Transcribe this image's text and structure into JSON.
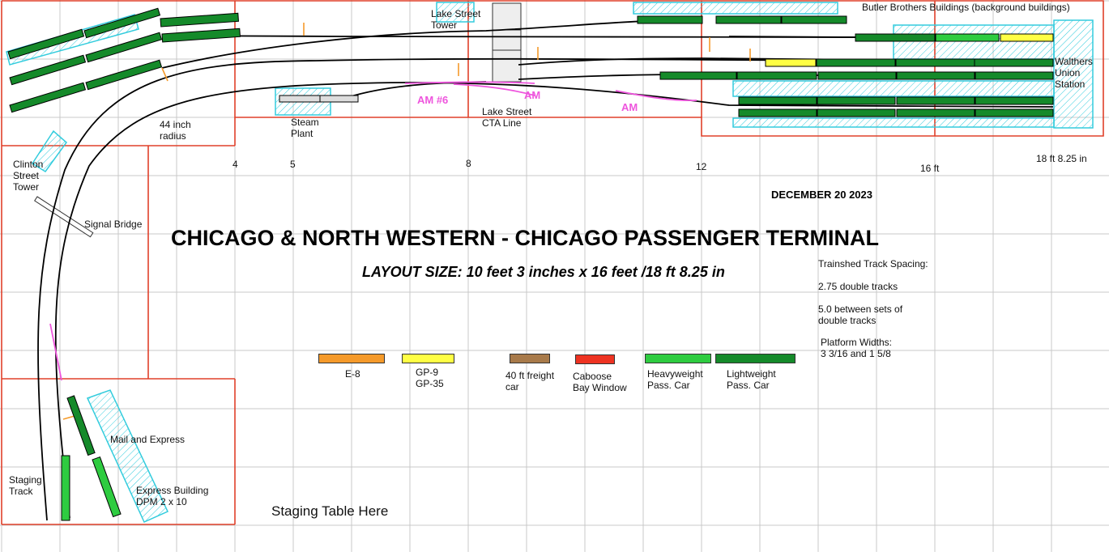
{
  "title": "CHICAGO & NORTH WESTERN - CHICAGO PASSENGER TERMINAL",
  "layout_size": "LAYOUT SIZE:  10 feet 3 inches x 16 feet /18 ft 8.25 in",
  "date": "DECEMBER 20  2023",
  "colors": {
    "grid": "#c8c8c8",
    "benchwork": "#e0402a",
    "track": "#000000",
    "turnout": "#ee55dd",
    "building": "#33ccdd",
    "lightweight": "#158a2a",
    "heavyweight": "#2ecc40",
    "gp": "#ffff44",
    "e8": "#f59a2a",
    "freight": "#a87a4a",
    "caboose": "#ee3322"
  },
  "labels": {
    "lake_street_tower": "Lake Street\nTower",
    "butler": "Butler Brothers Buildings (background buildings)",
    "walthers": "Walthers\nUnion\nStation",
    "steam_plant": "Steam\nPlant",
    "lake_street_cta": "Lake Street\nCTA Line",
    "radius": "44 inch\nradius",
    "clinton": "Clinton\nStreet\nTower",
    "signal_bridge": "Signal Bridge",
    "mail_express": "Mail and Express",
    "express_building": "Express Building\nDPM 2 x 10",
    "staging_track": "Staging\nTrack",
    "staging_table": "Staging Table Here"
  },
  "turnouts": {
    "am6": "AM #6",
    "am_a": "AM",
    "am_b": "AM"
  },
  "scale_marks": {
    "m4": "4",
    "m5": "5",
    "m8": "8",
    "m12": "12",
    "m16": "16 ft",
    "m18": "18 ft 8.25 in"
  },
  "notes": {
    "spacing_title": "Trainshed Track Spacing:",
    "double": "2.75 double tracks",
    "between": "5.0 between sets of\ndouble tracks",
    "platform": "Platform Widths:\n3 3/16 and 1 5/8"
  },
  "legend": [
    {
      "label": "E-8",
      "color": "#f59a2a"
    },
    {
      "label": "GP-9\nGP-35",
      "color": "#ffff44"
    },
    {
      "label": "40 ft freight\ncar",
      "color": "#a87a4a"
    },
    {
      "label": "Caboose\nBay Window",
      "color": "#ee3322"
    },
    {
      "label": "Heavyweight\nPass. Car",
      "color": "#2ecc40"
    },
    {
      "label": "Lightweight\nPass. Car",
      "color": "#158a2a"
    }
  ]
}
